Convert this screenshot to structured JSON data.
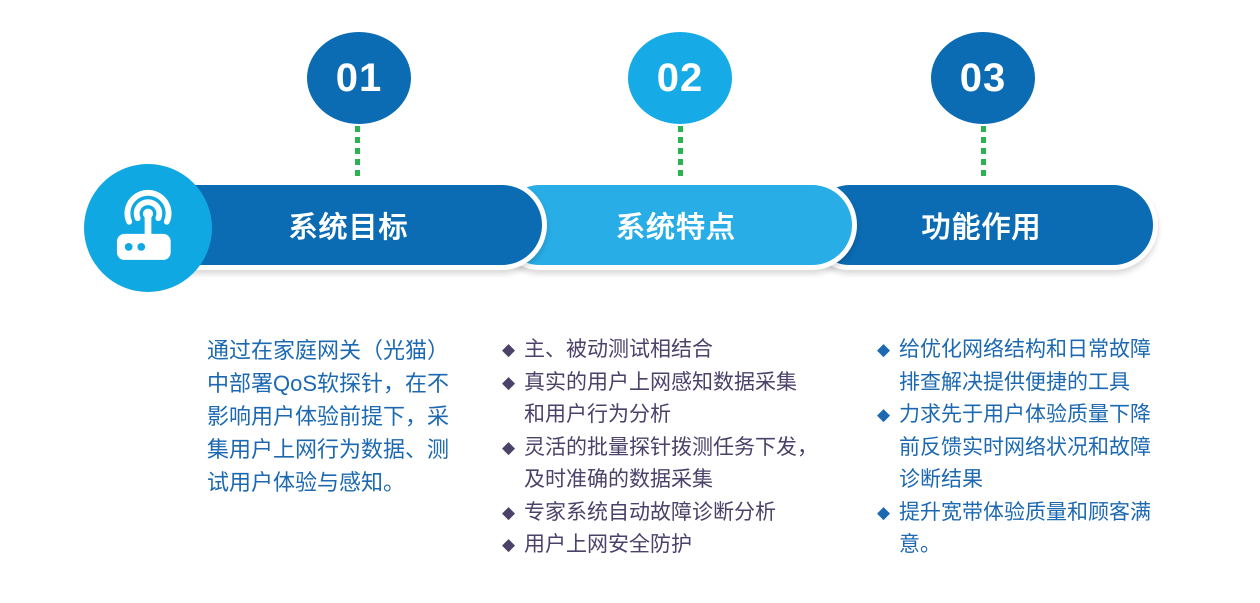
{
  "steps": [
    {
      "number": "01",
      "title": "系统目标"
    },
    {
      "number": "02",
      "title": "系统特点"
    },
    {
      "number": "03",
      "title": "功能作用"
    }
  ],
  "goal_text": "通过在家庭网关（光猫）\n中部署QoS软探针，在不\n影响用户体验前提下，采\n集用户上网行为数据、测\n试用户体验与感知。",
  "bullet_glyph": "◆",
  "features": [
    "主、被动测试相结合",
    "真实的用户上网感知数据采集\n和用户行为分析",
    "灵活的批量探针拨测任务下发，\n及时准确的数据采集",
    "专家系统自动故障诊断分析",
    "用户上网安全防护"
  ],
  "functions": [
    "给优化网络结构和日常故障\n排查解决提供便捷的工具",
    "力求先于用户体验质量下降\n前反馈实时网络状况和故障\n诊断结果",
    "提升宽带体验质量和顾客满\n意。"
  ],
  "icons": {
    "router": "router-wifi-icon"
  },
  "colors": {
    "dark_blue": "#0b6bb3",
    "cyan": "#16abe6",
    "pill_cyan": "#29ade7",
    "icon_circle_cyan": "#10a8e3",
    "connector_green": "#2cb351",
    "body_blue_text": "#1c69b1",
    "body_purple_text": "#4c4169",
    "white": "#ffffff"
  }
}
